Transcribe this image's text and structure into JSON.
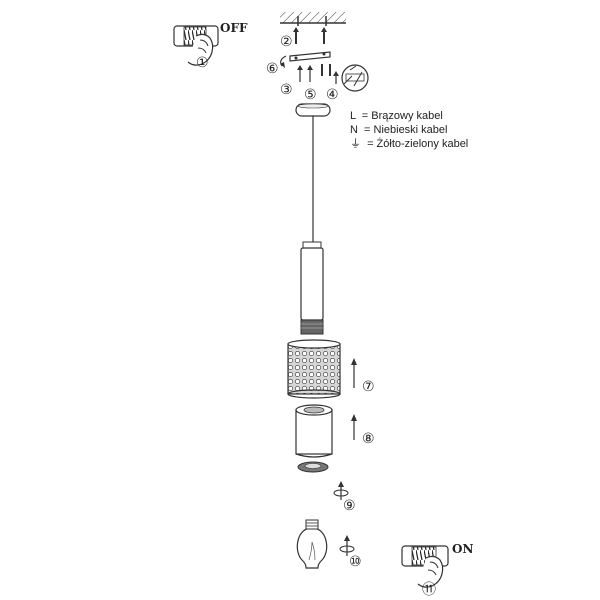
{
  "switch_off_label": "OFF",
  "switch_on_label": "ON",
  "legend": [
    {
      "symbol": "L",
      "text": "= Brązowy kabel"
    },
    {
      "symbol": "N",
      "text": "= Niebieski kabel"
    },
    {
      "symbol": "⏚",
      "text": "=  Żółto-zielony kabel"
    }
  ],
  "steps": [
    "①",
    "②",
    "③",
    "④",
    "⑤",
    "⑥",
    "⑦",
    "⑧",
    "⑨",
    "⑩",
    "⑪"
  ],
  "colors": {
    "line": "#333333",
    "dark": "#555555",
    "mid": "#999999",
    "light": "#dddddd"
  }
}
